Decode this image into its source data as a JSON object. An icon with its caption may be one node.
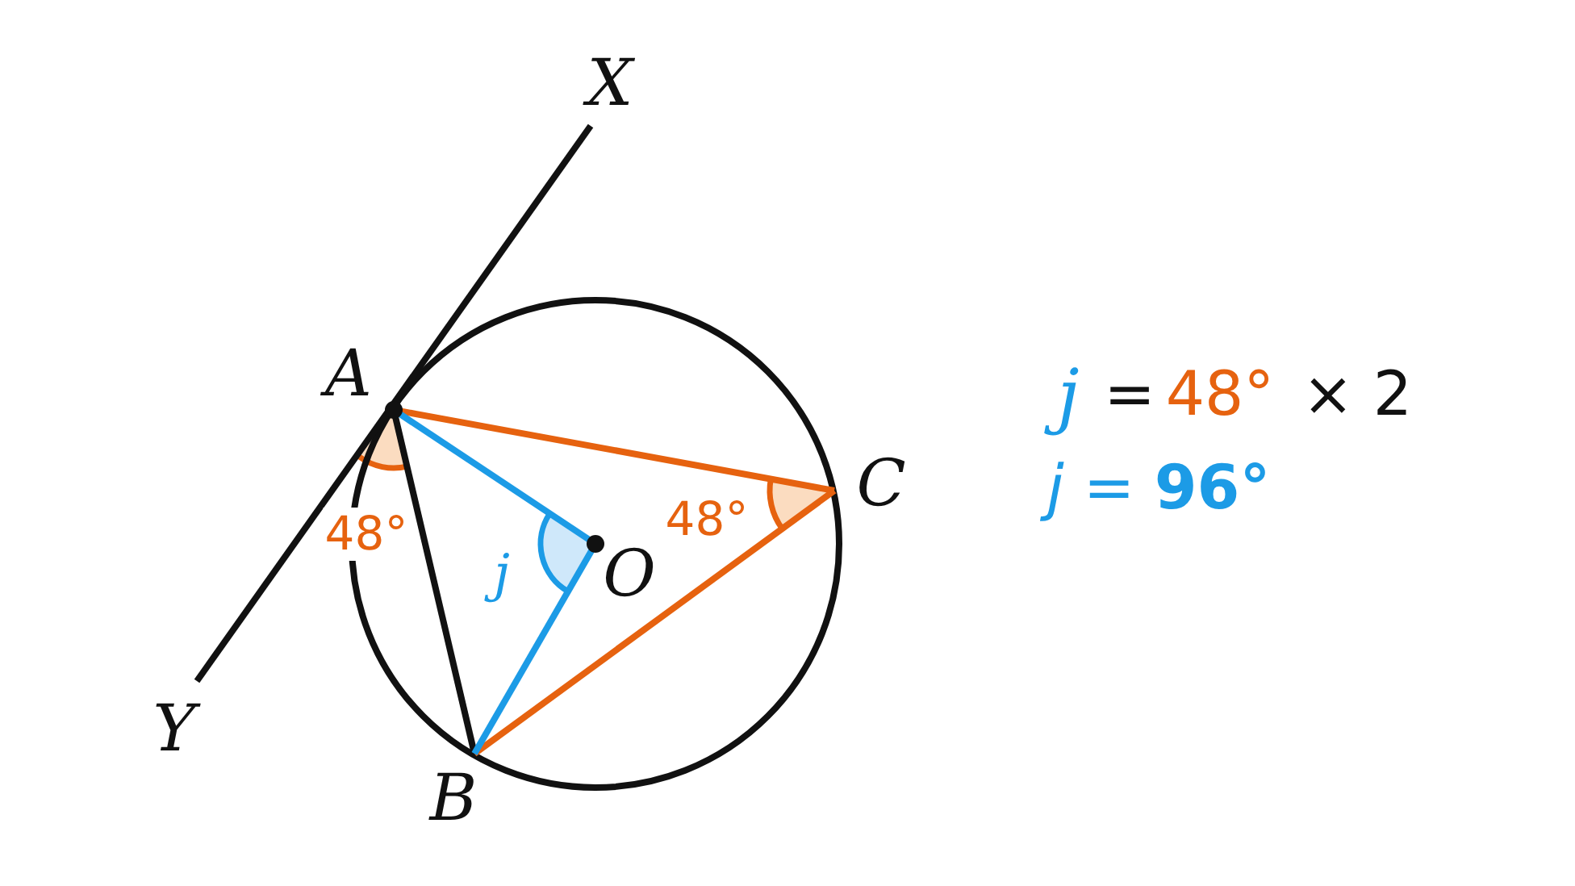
{
  "diagram": {
    "labels": [
      "X",
      "A",
      "C",
      "48°",
      "O",
      "j",
      "48°",
      "Y",
      "B",
      "j",
      "=",
      "48°",
      "× 2",
      "*j* = **96°**"
    ]
  }
}
